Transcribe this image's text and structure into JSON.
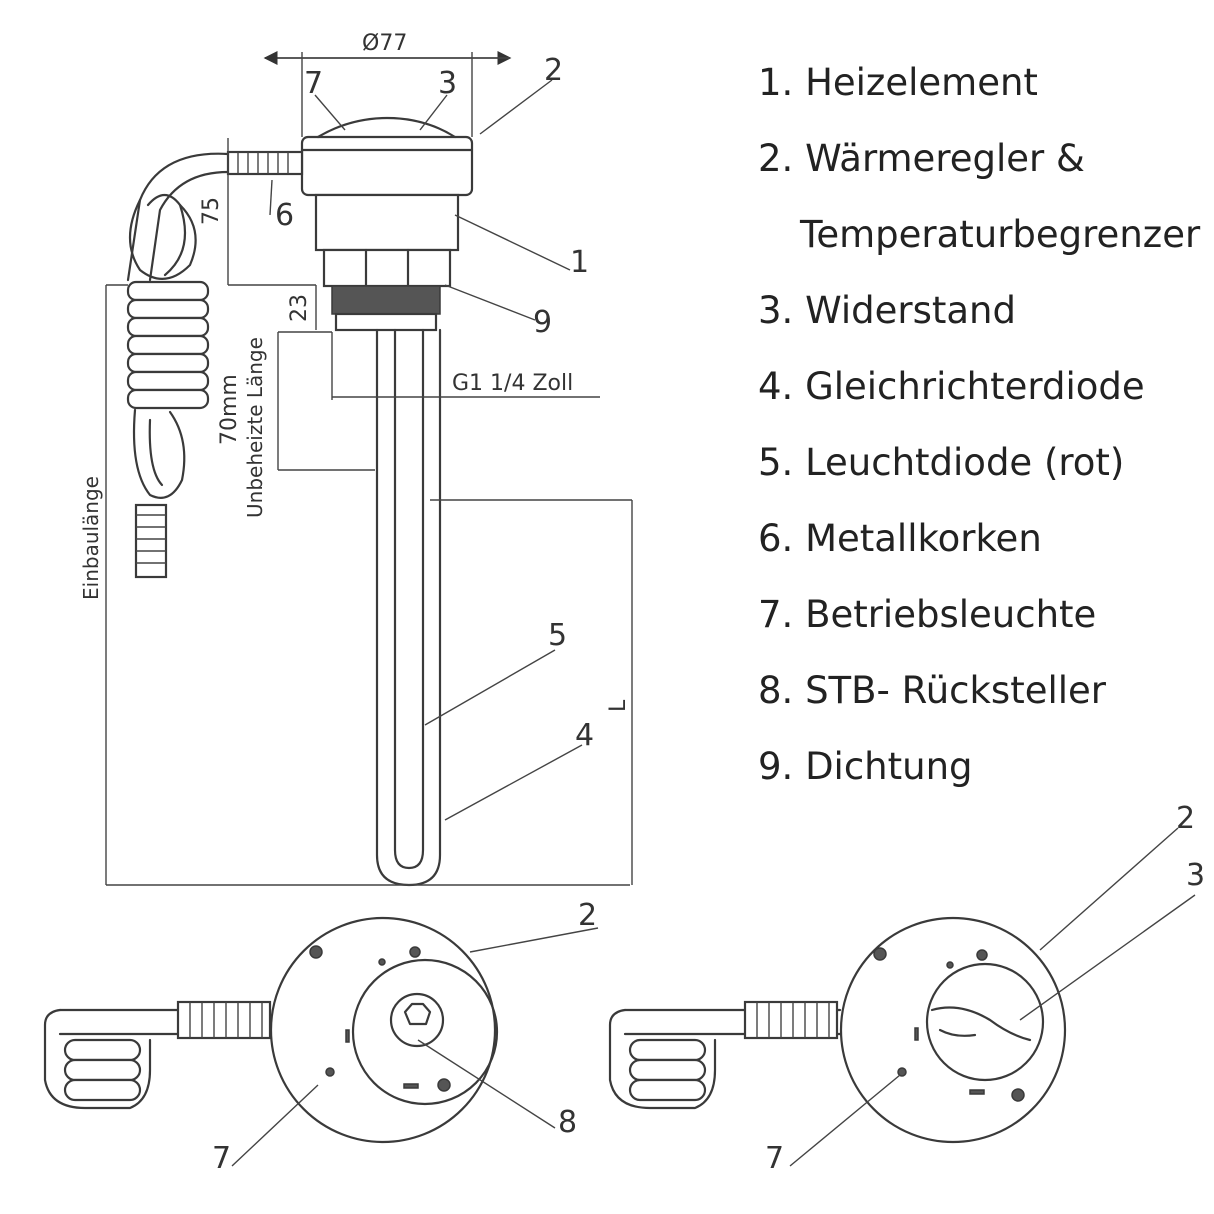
{
  "legend": {
    "items": [
      {
        "label": "1. Heizelement"
      },
      {
        "label": "2. Wärmeregler &"
      },
      {
        "label": "Temperaturbegrenzer"
      },
      {
        "label": "3. Widerstand"
      },
      {
        "label": "4. Gleichrichterdiode"
      },
      {
        "label": "5. Leuchtdiode (rot)"
      },
      {
        "label": "6. Metallkorken"
      },
      {
        "label": "7. Betriebsleuchte"
      },
      {
        "label": "8. STB- Rücksteller"
      },
      {
        "label": "9. Dichtung"
      }
    ]
  },
  "dimensions": {
    "diameter": "Ø77",
    "cable_height": "75",
    "thread_height": "23",
    "unheated_value": "70mm",
    "unheated_label": "Unbeheizte Länge",
    "thread_size": "G1 1/4 Zoll",
    "installed_length": "Einbaulänge",
    "heated_length": "L"
  },
  "callouts": {
    "c1": "1",
    "c2": "2",
    "c3": "3",
    "c4": "4",
    "c5": "5",
    "c6": "6",
    "c7": "7",
    "c8": "8",
    "c9": "9"
  }
}
